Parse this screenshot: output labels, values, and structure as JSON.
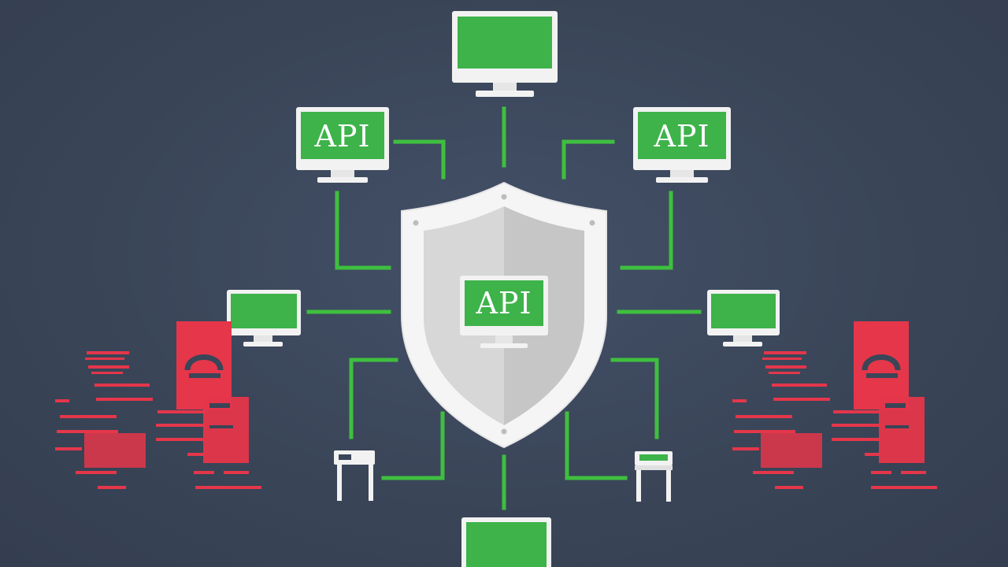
{
  "diagram": {
    "center_label": "API",
    "nodes": [
      {
        "id": "top",
        "label": ""
      },
      {
        "id": "upper-left",
        "label": "API"
      },
      {
        "id": "upper-right",
        "label": "API"
      },
      {
        "id": "mid-left",
        "label": ""
      },
      {
        "id": "mid-right",
        "label": ""
      },
      {
        "id": "bottom",
        "label": ""
      }
    ],
    "colors": {
      "background": "#3a4558",
      "link": "#3fbf3f",
      "screen": "#3db34a",
      "monitor_frame": "#f2f2f2",
      "shield_outer": "#f5f5f5",
      "shield_inner": "#cfcfcf",
      "threat": "#e5364a"
    },
    "icons": [
      "shield-icon",
      "monitor-icon",
      "usb-device-icon",
      "server-rack-icon",
      "broken-lock-icon"
    ]
  }
}
